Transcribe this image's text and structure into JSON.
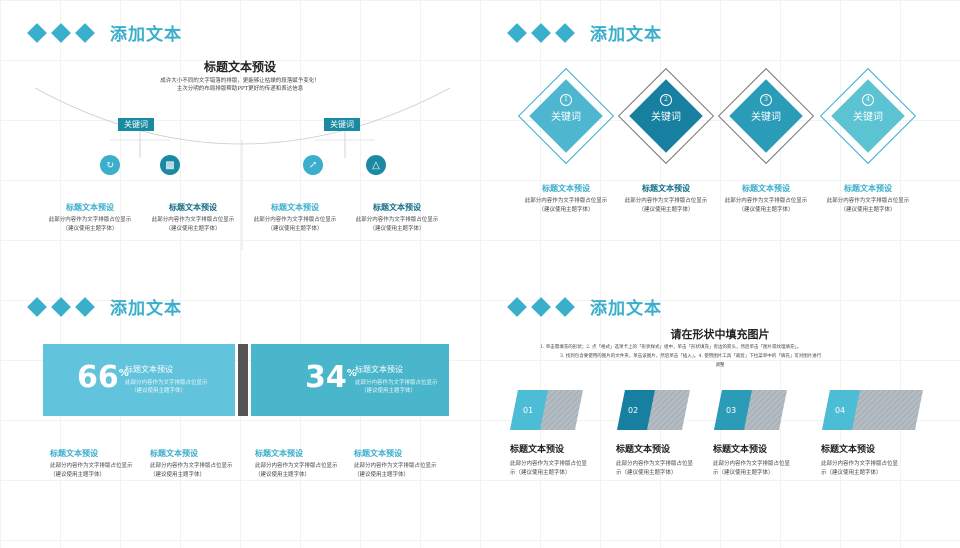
{
  "header_title": "添加文本",
  "panel1": {
    "title": "标题文本预设",
    "subtitle_line1": "成许大小不同的文字错落的排版，更能够让枯燥的段落赋予变化！",
    "subtitle_line2": "主次分明的布局排版帮助PPT更好的传递和表达信息",
    "keyword": "关键词",
    "items": [
      {
        "title": "标题文本预设",
        "line1": "此部分内容作为文字排版占位显示",
        "line2": "（建议使用主题字体）"
      },
      {
        "title": "标题文本预设",
        "line1": "此部分内容作为文字排版占位显示",
        "line2": "（建议使用主题字体）"
      },
      {
        "title": "标题文本预设",
        "line1": "此部分内容作为文字排版占位显示",
        "line2": "（建议使用主题字体）"
      },
      {
        "title": "标题文本预设",
        "line1": "此部分内容作为文字排版占位显示",
        "line2": "（建议使用主题字体）"
      }
    ]
  },
  "panel2": {
    "diamonds": [
      {
        "num": "1",
        "label": "关键词"
      },
      {
        "num": "2",
        "label": "关键词"
      },
      {
        "num": "3",
        "label": "关键词"
      },
      {
        "num": "4",
        "label": "关键词"
      }
    ],
    "items": [
      {
        "title": "标题文本预设",
        "line1": "此部分内容作为文字排版占位显示",
        "line2": "（建议使用主题字体）"
      },
      {
        "title": "标题文本预设",
        "line1": "此部分内容作为文字排版占位显示",
        "line2": "（建议使用主题字体）"
      },
      {
        "title": "标题文本预设",
        "line1": "此部分内容作为文字排版占位显示",
        "line2": "（建议使用主题字体）"
      },
      {
        "title": "标题文本预设",
        "line1": "此部分内容作为文字排版占位显示",
        "line2": "（建议使用主题字体）"
      }
    ]
  },
  "panel3": {
    "stats": [
      {
        "value": "66",
        "unit": "%",
        "title": "标题文本预设",
        "line1": "此部分内容作为文字排版占位显示",
        "line2": "（建议使用主题字体）"
      },
      {
        "value": "34",
        "unit": "%",
        "title": "标题文本预设",
        "line1": "此部分内容作为文字排版占位显示",
        "line2": "（建议使用主题字体）"
      }
    ],
    "items": [
      {
        "title": "标题文本预设",
        "line1": "此部分内容作为文字排版占位显示",
        "line2": "（建议使用主题字体）"
      },
      {
        "title": "标题文本预设",
        "line1": "此部分内容作为文字排版占位显示",
        "line2": "（建议使用主题字体）"
      },
      {
        "title": "标题文本预设",
        "line1": "此部分内容作为文字排版占位显示",
        "line2": "（建议使用主题字体）"
      },
      {
        "title": "标题文本预设",
        "line1": "此部分内容作为文字排版占位显示",
        "line2": "（建议使用主题字体）"
      }
    ]
  },
  "panel4": {
    "title": "请在形状中填充图片",
    "instr_line1": "1. 单击需填充的形状；2. 点「格式」选项卡上的「形状样式」组中，单击「形状填充」旁边的箭头，然后单击「图片或纹理填充」。",
    "instr_line2": "3. 找到包含要使用的图片的文件夹，单击该图片，然后单击「插入」。4. 使用图片工具「裁剪」下拉菜单中的「填充」可对图片进行",
    "instr_line3": "调整",
    "steps": [
      "01",
      "02",
      "03",
      "04"
    ],
    "items": [
      {
        "title": "标题文本预设",
        "line1": "此部分内容作为文字排版占位显",
        "line2": "示（建议使用主题字体）"
      },
      {
        "title": "标题文本预设",
        "line1": "此部分内容作为文字排版占位显",
        "line2": "示（建议使用主题字体）"
      },
      {
        "title": "标题文本预设",
        "line1": "此部分内容作为文字排版占位显",
        "line2": "示（建议使用主题字体）"
      },
      {
        "title": "标题文本预设",
        "line1": "此部分内容作为文字排版占位显",
        "line2": "示（建议使用主题字体）"
      }
    ]
  }
}
